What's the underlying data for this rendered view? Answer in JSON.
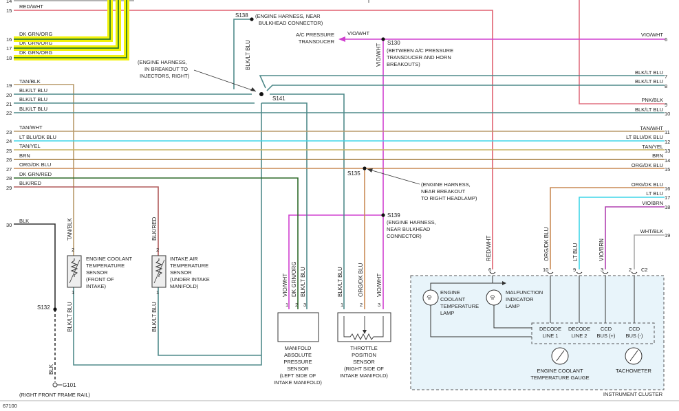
{
  "footer_code": "67100",
  "left_wires": [
    {
      "pin": "14",
      "label": ""
    },
    {
      "pin": "15",
      "label": "RED/WHT"
    },
    {
      "pin": "16",
      "label": "DK GRN/ORG"
    },
    {
      "pin": "17",
      "label": "DK GRN/ORG"
    },
    {
      "pin": "18",
      "label": "DK GRN/ORG"
    },
    {
      "pin": "19",
      "label": "TAN/BLK"
    },
    {
      "pin": "20",
      "label": "BLK/LT BLU"
    },
    {
      "pin": "21",
      "label": "BLK/LT BLU"
    },
    {
      "pin": "22",
      "label": "BLK/LT BLU"
    },
    {
      "pin": "23",
      "label": "TAN/WHT"
    },
    {
      "pin": "24",
      "label": "LT BLU/DK BLU"
    },
    {
      "pin": "25",
      "label": "TAN/YEL"
    },
    {
      "pin": "26",
      "label": "BRN"
    },
    {
      "pin": "27",
      "label": "ORG/DK BLU"
    },
    {
      "pin": "28",
      "label": "DK GRN/RED"
    },
    {
      "pin": "29",
      "label": "BLK/RED"
    },
    {
      "pin": "30",
      "label": "BLK"
    }
  ],
  "right_wires": [
    {
      "pin": "6",
      "label": "VIO/WHT"
    },
    {
      "pin": "7",
      "label": "BLK/LT BLU"
    },
    {
      "pin": "8",
      "label": "BLK/LT BLU"
    },
    {
      "pin": "9",
      "label": "PNK/BLK"
    },
    {
      "pin": "10",
      "label": "BLK/LT BLU"
    },
    {
      "pin": "11",
      "label": "TAN/WHT"
    },
    {
      "pin": "12",
      "label": "LT BLU/DK BLU"
    },
    {
      "pin": "13",
      "label": "TAN/YEL"
    },
    {
      "pin": "14",
      "label": "BRN"
    },
    {
      "pin": "15",
      "label": "ORG/DK BLU"
    },
    {
      "pin": "16",
      "label": "ORG/DK BLU"
    },
    {
      "pin": "17",
      "label": "LT BLU"
    },
    {
      "pin": "18",
      "label": "VIO/BRN"
    },
    {
      "pin": "19",
      "label": "WHT/BLK"
    }
  ],
  "splices": {
    "s138": {
      "id": "S138",
      "desc": [
        "(ENGINE HARNESS, NEAR",
        "BULKHEAD CONNECTOR)"
      ]
    },
    "s130": {
      "id": "S130",
      "desc": [
        "(BETWEEN A/C PRESSURE",
        "TRANSDUCER AND HORN",
        "BREAKOUTS)"
      ]
    },
    "s141": {
      "id": "S141",
      "desc": [
        "(ENGINE HARNESS,",
        "IN BREAKOUT TO",
        "INJECTORS, RIGHT)"
      ]
    },
    "s135": {
      "id": "S135",
      "desc": [
        "(ENGINE HARNESS,",
        "NEAR BREAKOUT",
        "TO RIGHT HEADLAMP)"
      ]
    },
    "s139": {
      "id": "S139",
      "desc": [
        "(ENGINE HARNESS,",
        "NEAR BULKHEAD",
        "CONNECTOR)"
      ]
    },
    "s132": {
      "id": "S132"
    }
  },
  "ac_transducer": [
    "A/C PRESSURE",
    "TRANSDUCER"
  ],
  "s138_wire": "BLK/LT BLU",
  "s130_wire": "VIO/WHT",
  "s130_branch_label": "VIO/WHT",
  "ground": {
    "id": "G101",
    "desc": "(RIGHT FRONT FRAME RAIL)",
    "wire": "BLK"
  },
  "ect_sensor": {
    "name": [
      "ENGINE COOLANT",
      "TEMPERATURE",
      "SENSOR",
      "(FRONT OF",
      "INTAKE)"
    ],
    "top_pin": "2",
    "bottom_pin": "1",
    "top_wire": "TAN/BLK",
    "bottom_wire": "BLK/LT BLU"
  },
  "iat_sensor": {
    "name": [
      "INTAKE AIR",
      "TEMPERATURE",
      "SENSOR",
      "(UNDER INTAKE",
      "MANIFOLD)"
    ],
    "top_pin": "2",
    "bottom_pin": "1",
    "top_wire": "BLK/RED",
    "bottom_wire": "BLK/LT BLU"
  },
  "map_sensor": {
    "name": [
      "MANIFOLD",
      "ABSOLUTE",
      "PRESSURE",
      "SENSOR",
      "(LEFT SIDE OF",
      "INTAKE MANIFOLD)"
    ],
    "pins": [
      "1",
      "2",
      "3"
    ],
    "wires": [
      "VIO/WHT",
      "DK GRN/ORG",
      "BLK/LT BLU"
    ]
  },
  "tps_sensor": {
    "name": [
      "THROTTLE",
      "POSITION",
      "SENSOR",
      "(RIGHT SIDE OF",
      "INTAKE MANIFOLD)"
    ],
    "pins": [
      "1",
      "2",
      "3"
    ],
    "wires": [
      "BLK/LT BLU",
      "ORG/DK BLU",
      "VIO/WHT"
    ]
  },
  "cluster": {
    "title": "INSTRUMENT CLUSTER",
    "connector": "C2",
    "pins": [
      "6",
      "10",
      "9",
      "3",
      "2"
    ],
    "wires": [
      "RED/WHT",
      "ORG/DK BLU",
      "LT BLU",
      "VIO/BRN",
      "WHT/BLK"
    ],
    "ect_lamp": [
      "ENGINE",
      "COOLANT",
      "TEMPERATURE",
      "LAMP"
    ],
    "mil_lamp": [
      "MALFUNCTION",
      "INDICATOR",
      "LAMP"
    ],
    "bus": [
      "DECODE",
      "LINE 1",
      "DECODE",
      "LINE 2",
      "CCD",
      "BUS (+)",
      "CCD",
      "BUS (-)"
    ],
    "gauge": [
      "ENGINE COOLANT",
      "TEMPERATURE GAUGE"
    ],
    "tach": "TACHOMETER"
  },
  "colors": {
    "red_wht": "#e06070",
    "dk_grn_org": "#2d7a2a",
    "highlight": "#f2f20a",
    "tan": "#b89a6a",
    "blk_lt_blu": "#4f8a8a",
    "lt_blu": "#3fd6e8",
    "tan_yel": "#c8b460",
    "brn": "#a07838",
    "org_dk_blu": "#c98a55",
    "dk_grn_red": "#2e6a2a",
    "blk_red": "#b05a5a",
    "blk": "#333333",
    "vio_wht": "#d040d0",
    "pnk_blk": "#e07080",
    "vio_brn": "#b040b0",
    "wht_blk": "#aaaaaa",
    "cluster_fill": "#e8f4fa"
  }
}
